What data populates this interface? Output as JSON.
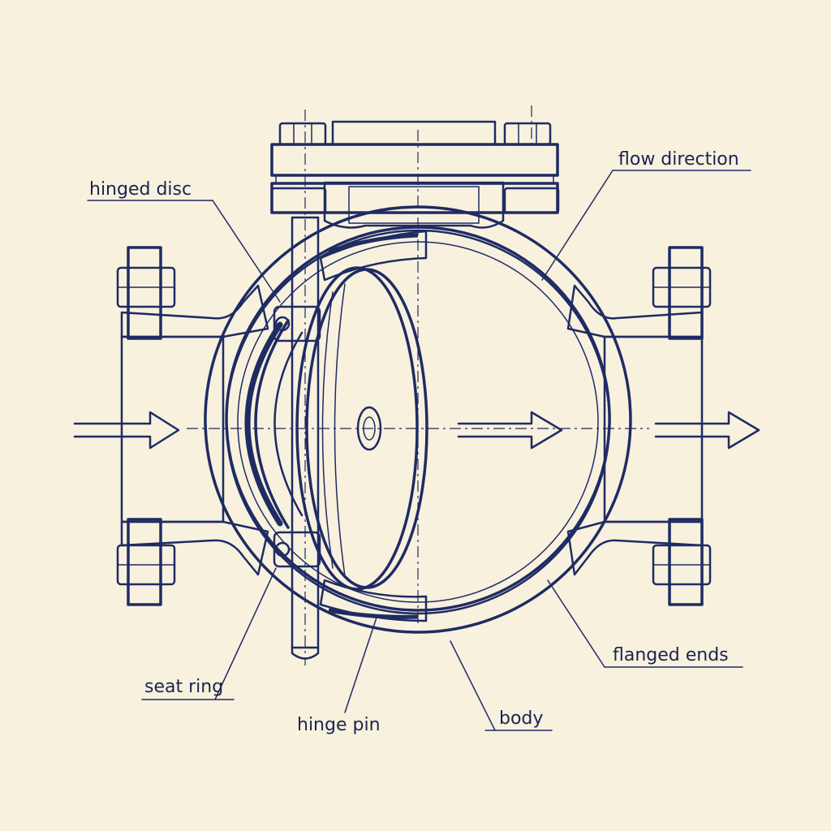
{
  "labels": {
    "hinged_disc": "hinged disc",
    "flow_direction": "flow direction",
    "seat_ring": "seat ring",
    "hinge_pin": "hinge pin",
    "body": "body",
    "flanged_ends": "flanged ends"
  },
  "colors": {
    "paper": "#f7f1de",
    "ink": "#1f2b63",
    "fill_light": "#eee6cc",
    "fill_dark": "#d8cfae"
  }
}
